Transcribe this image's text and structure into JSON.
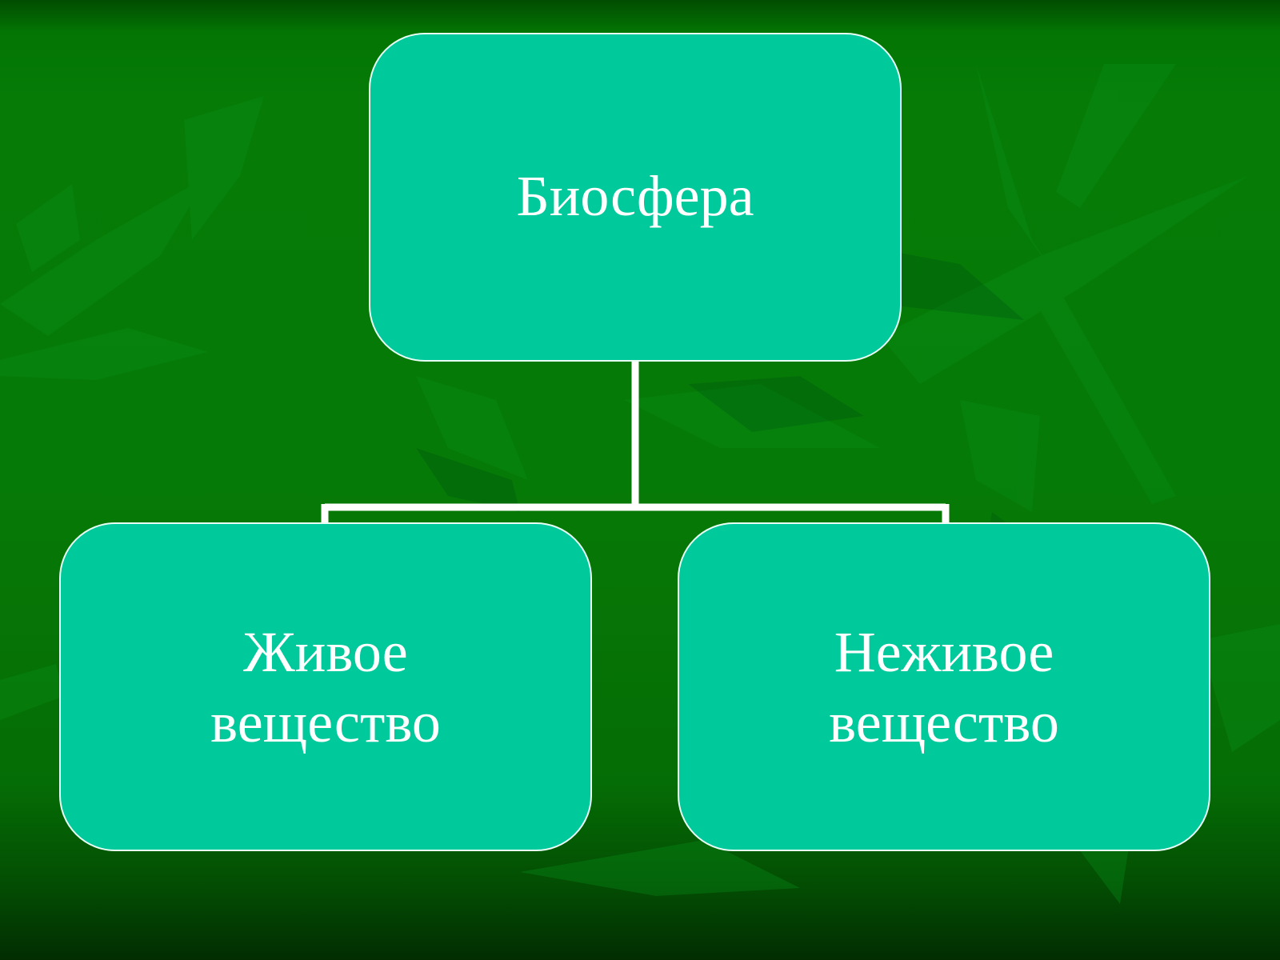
{
  "diagram": {
    "type": "hierarchy",
    "root": {
      "label": "Биосфера"
    },
    "children": [
      {
        "label": "Живое вещество"
      },
      {
        "label": "Неживое вещество"
      }
    ]
  },
  "colors": {
    "background": "#067a06",
    "node_fill": "#00c99c",
    "node_border": "#e8fff6",
    "text": "#ffffff",
    "connector": "#ffffff"
  }
}
